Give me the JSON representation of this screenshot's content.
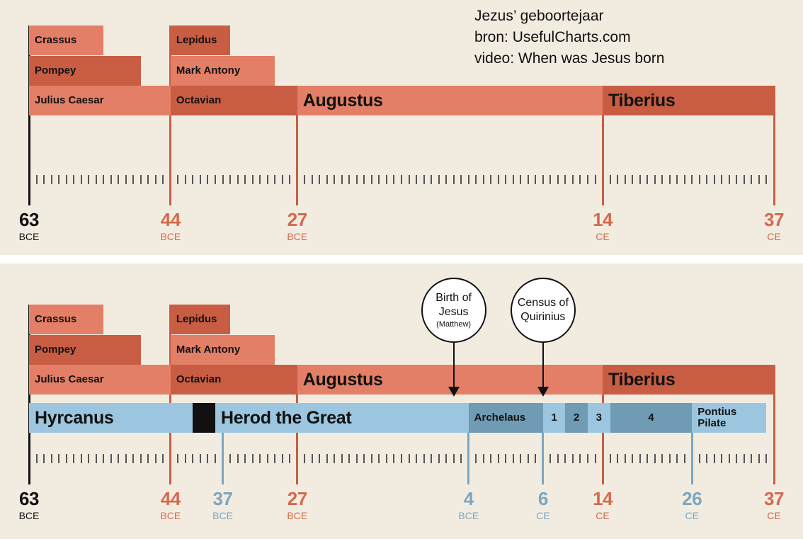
{
  "annotation": {
    "title": "Jezus’ geboortejaar",
    "source": "bron: UsefulCharts.com",
    "video": "video: When was Jesus born"
  },
  "colors": {
    "light": "#e37f66",
    "dark": "#c85d44",
    "blue": "#9cc6df",
    "blue_dark": "#6f9bb4",
    "red_text": "#d4694d",
    "blue_text": "#7aa6c2",
    "black": "#111111"
  },
  "timeline": {
    "start": -63,
    "end": 37,
    "years": [
      {
        "num": "63",
        "era": "BCE",
        "year": -63,
        "color": "black"
      },
      {
        "num": "44",
        "era": "BCE",
        "year": -44,
        "color": "red"
      },
      {
        "num": "27",
        "era": "BCE",
        "year": -27,
        "color": "red"
      },
      {
        "num": "14",
        "era": "CE",
        "year": 14,
        "color": "red"
      },
      {
        "num": "37",
        "era": "CE",
        "year": 37,
        "color": "red"
      }
    ],
    "years_bottom": [
      {
        "num": "63",
        "era": "BCE",
        "year": -63,
        "color": "black"
      },
      {
        "num": "44",
        "era": "BCE",
        "year": -44,
        "color": "red"
      },
      {
        "num": "37",
        "era": "BCE",
        "year": -37,
        "color": "blue"
      },
      {
        "num": "27",
        "era": "BCE",
        "year": -27,
        "color": "red"
      },
      {
        "num": "4",
        "era": "BCE",
        "year": -4,
        "color": "blue"
      },
      {
        "num": "6",
        "era": "CE",
        "year": 6,
        "color": "blue"
      },
      {
        "num": "14",
        "era": "CE",
        "year": 14,
        "color": "red"
      },
      {
        "num": "26",
        "era": "CE",
        "year": 26,
        "color": "blue"
      },
      {
        "num": "37",
        "era": "CE",
        "year": 37,
        "color": "red"
      }
    ]
  },
  "roman_rulers": [
    {
      "label": "Crassus",
      "start": -63,
      "end": -53,
      "row": 0,
      "shade": "light"
    },
    {
      "label": "Pompey",
      "start": -63,
      "end": -48,
      "row": 1,
      "shade": "dark"
    },
    {
      "label": "Julius Caesar",
      "start": -63,
      "end": -44,
      "row": 2,
      "shade": "light"
    },
    {
      "label": "Lepidus",
      "start": -44,
      "end": -36,
      "row": 0,
      "shade": "dark"
    },
    {
      "label": "Mark Antony",
      "start": -44,
      "end": -30,
      "row": 1,
      "shade": "light"
    },
    {
      "label": "Octavian",
      "start": -44,
      "end": -27,
      "row": 2,
      "shade": "dark"
    },
    {
      "label": "Augustus",
      "start": -27,
      "end": 14,
      "row": 2,
      "shade": "light",
      "big": true
    },
    {
      "label": "Tiberius",
      "start": 14,
      "end": 37,
      "row": 2,
      "shade": "dark",
      "big": true
    }
  ],
  "judea_rulers": [
    {
      "label": "Hyrcanus",
      "start": -63,
      "end": -41,
      "shade": "blue",
      "big": true
    },
    {
      "label": "",
      "start": -41,
      "end": -38,
      "shade": "black"
    },
    {
      "label": "Herod the Great",
      "start": -38,
      "end": -4,
      "shade": "blue",
      "big": true
    },
    {
      "label": "Archelaus",
      "start": -4,
      "end": 6,
      "shade": "blue_dark"
    },
    {
      "label": "1",
      "start": 6,
      "end": 9,
      "shade": "blue"
    },
    {
      "label": "2",
      "start": 9,
      "end": 12,
      "shade": "blue_dark"
    },
    {
      "label": "3",
      "start": 12,
      "end": 15,
      "shade": "blue"
    },
    {
      "label": "4",
      "start": 15,
      "end": 26,
      "shade": "blue_dark"
    },
    {
      "label": "Pontius Pilate",
      "start": 26,
      "end": 36,
      "shade": "blue"
    }
  ],
  "events": [
    {
      "line1": "Birth of",
      "line2": "Jesus",
      "line3": "(Matthew)",
      "year": -6
    },
    {
      "line1": "Census of",
      "line2": "Quirinius",
      "line3": "",
      "year": 6
    }
  ]
}
